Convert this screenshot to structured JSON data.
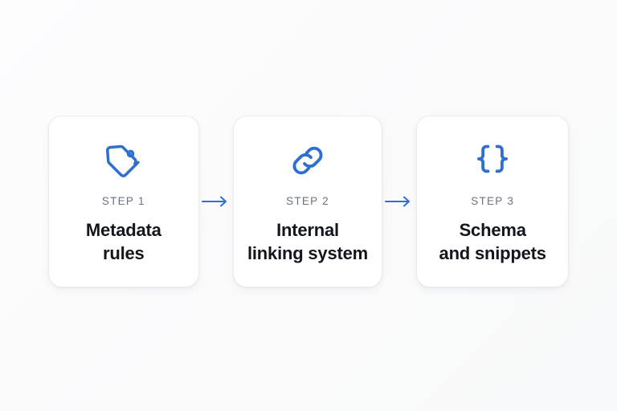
{
  "theme": {
    "background": "#fbfbfc",
    "card_background": "#ffffff",
    "card_border": "#e9ebef",
    "accent_blue": "#2f6fd0",
    "step_label_color": "#6b7280",
    "title_color": "#14161d"
  },
  "diagram": {
    "type": "horizontal-step-flow",
    "step_count": 3,
    "steps": [
      {
        "icon": "tag-icon",
        "step_label": "STEP 1",
        "title": "Metadata\nrules"
      },
      {
        "icon": "link-icon",
        "step_label": "STEP 2",
        "title": "Internal\nlinking system"
      },
      {
        "icon": "curly-braces-icon",
        "step_label": "STEP 3",
        "title": "Schema\nand snippets"
      }
    ],
    "connectors": [
      {
        "icon": "arrow-right-icon",
        "from": "STEP 1",
        "to": "STEP 2"
      },
      {
        "icon": "arrow-right-icon",
        "from": "STEP 2",
        "to": "STEP 3"
      }
    ]
  }
}
